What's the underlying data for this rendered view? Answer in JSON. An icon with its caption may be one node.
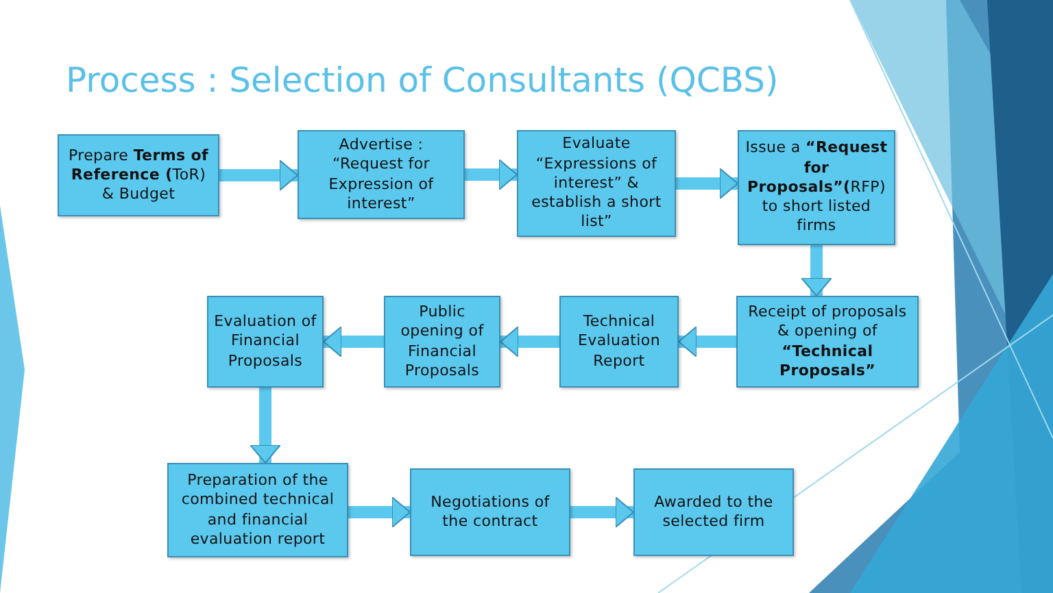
{
  "diagram": {
    "title": "Process : Selection of Consultants (QCBS)",
    "nodes": [
      {
        "text": [
          "Prepare **Terms of Reference (**ToR) & Budget"
        ]
      },
      {
        "text": [
          "Advertise : “Request for Expression of interest”"
        ]
      },
      {
        "text": [
          "Evaluate “Expressions of interest” & establish a short list”"
        ]
      },
      {
        "text": [
          "Issue a **“Request for Proposals”(**RFP) to short listed firms"
        ]
      },
      {
        "text": [
          "Receipt of proposals & opening of **“Technical Proposals”**"
        ]
      },
      {
        "text": [
          "Technical Evaluation Report"
        ]
      },
      {
        "text": [
          "Public opening of Financial Proposals"
        ]
      },
      {
        "text": [
          "Evaluation of Financial Proposals"
        ]
      },
      {
        "text": [
          "Preparation of the combined technical and financial evaluation report"
        ]
      },
      {
        "text": [
          "Negotiations of the contract"
        ]
      },
      {
        "text": [
          "Awarded to the selected firm"
        ]
      }
    ],
    "edges": [
      {
        "from": 0,
        "to": 1,
        "arrow": "to"
      },
      {
        "from": 1,
        "to": 2,
        "arrow": "to"
      },
      {
        "from": 2,
        "to": 3,
        "arrow": "to"
      },
      {
        "from": 3,
        "to": 4,
        "arrow": "to"
      },
      {
        "from": 4,
        "to": 5,
        "arrow": "to"
      },
      {
        "from": 5,
        "to": 6,
        "arrow": "to"
      },
      {
        "from": 6,
        "to": 7,
        "arrow": "to"
      },
      {
        "from": 7,
        "to": 8,
        "arrow": "to"
      },
      {
        "from": 8,
        "to": 9,
        "arrow": "to"
      },
      {
        "from": 9,
        "to": 10,
        "arrow": "to"
      }
    ]
  }
}
